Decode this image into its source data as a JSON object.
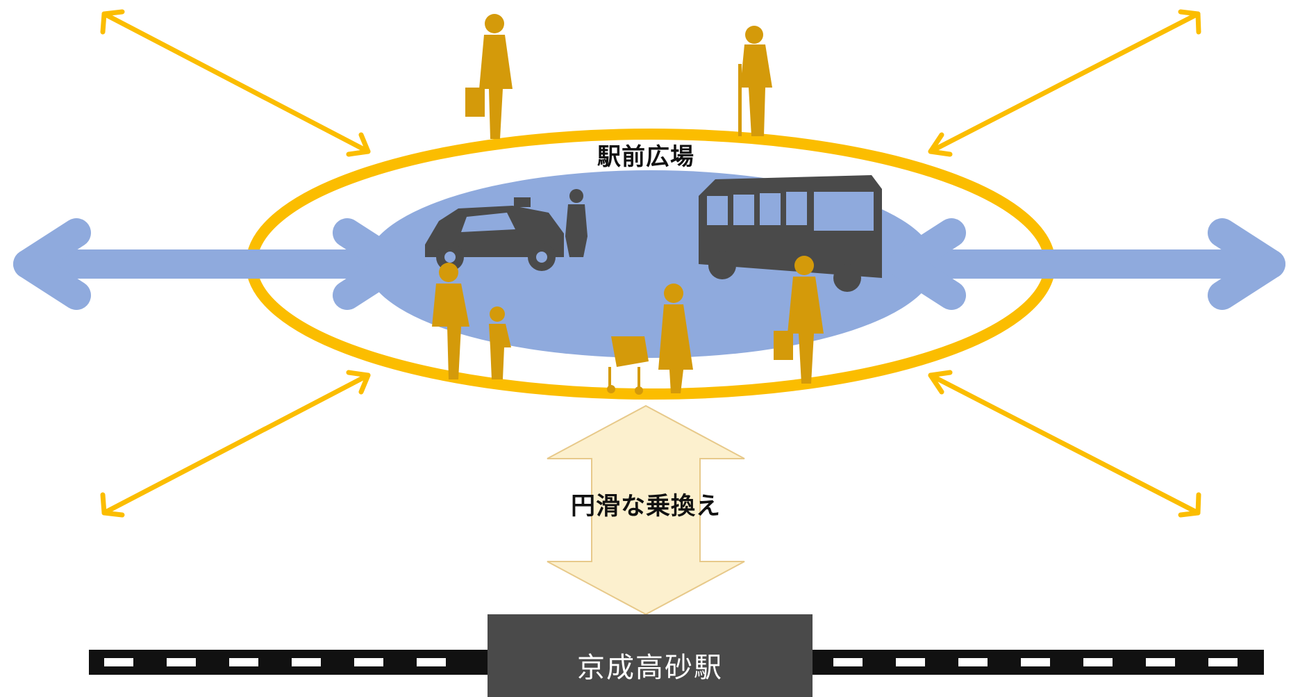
{
  "labels": {
    "plaza": "駅前広場",
    "transfer": "円滑な乗換え",
    "station": "京成高砂駅"
  },
  "colors": {
    "ring": "#FBBD00",
    "plaza_fill": "#8FAADD",
    "pedestrian": "#D49A0A",
    "vehicle": "#4A4A4A",
    "transfer_arrow": "#FBEDC6",
    "station_box": "#4A4A4A"
  },
  "icons": [
    "woman-with-shopping-bag-icon",
    "elderly-person-with-cane-icon",
    "taxi-icon",
    "taxi-driver-icon",
    "bus-icon",
    "parent-and-child-icon",
    "parent-with-stroller-icon",
    "woman-with-bag-icon"
  ]
}
